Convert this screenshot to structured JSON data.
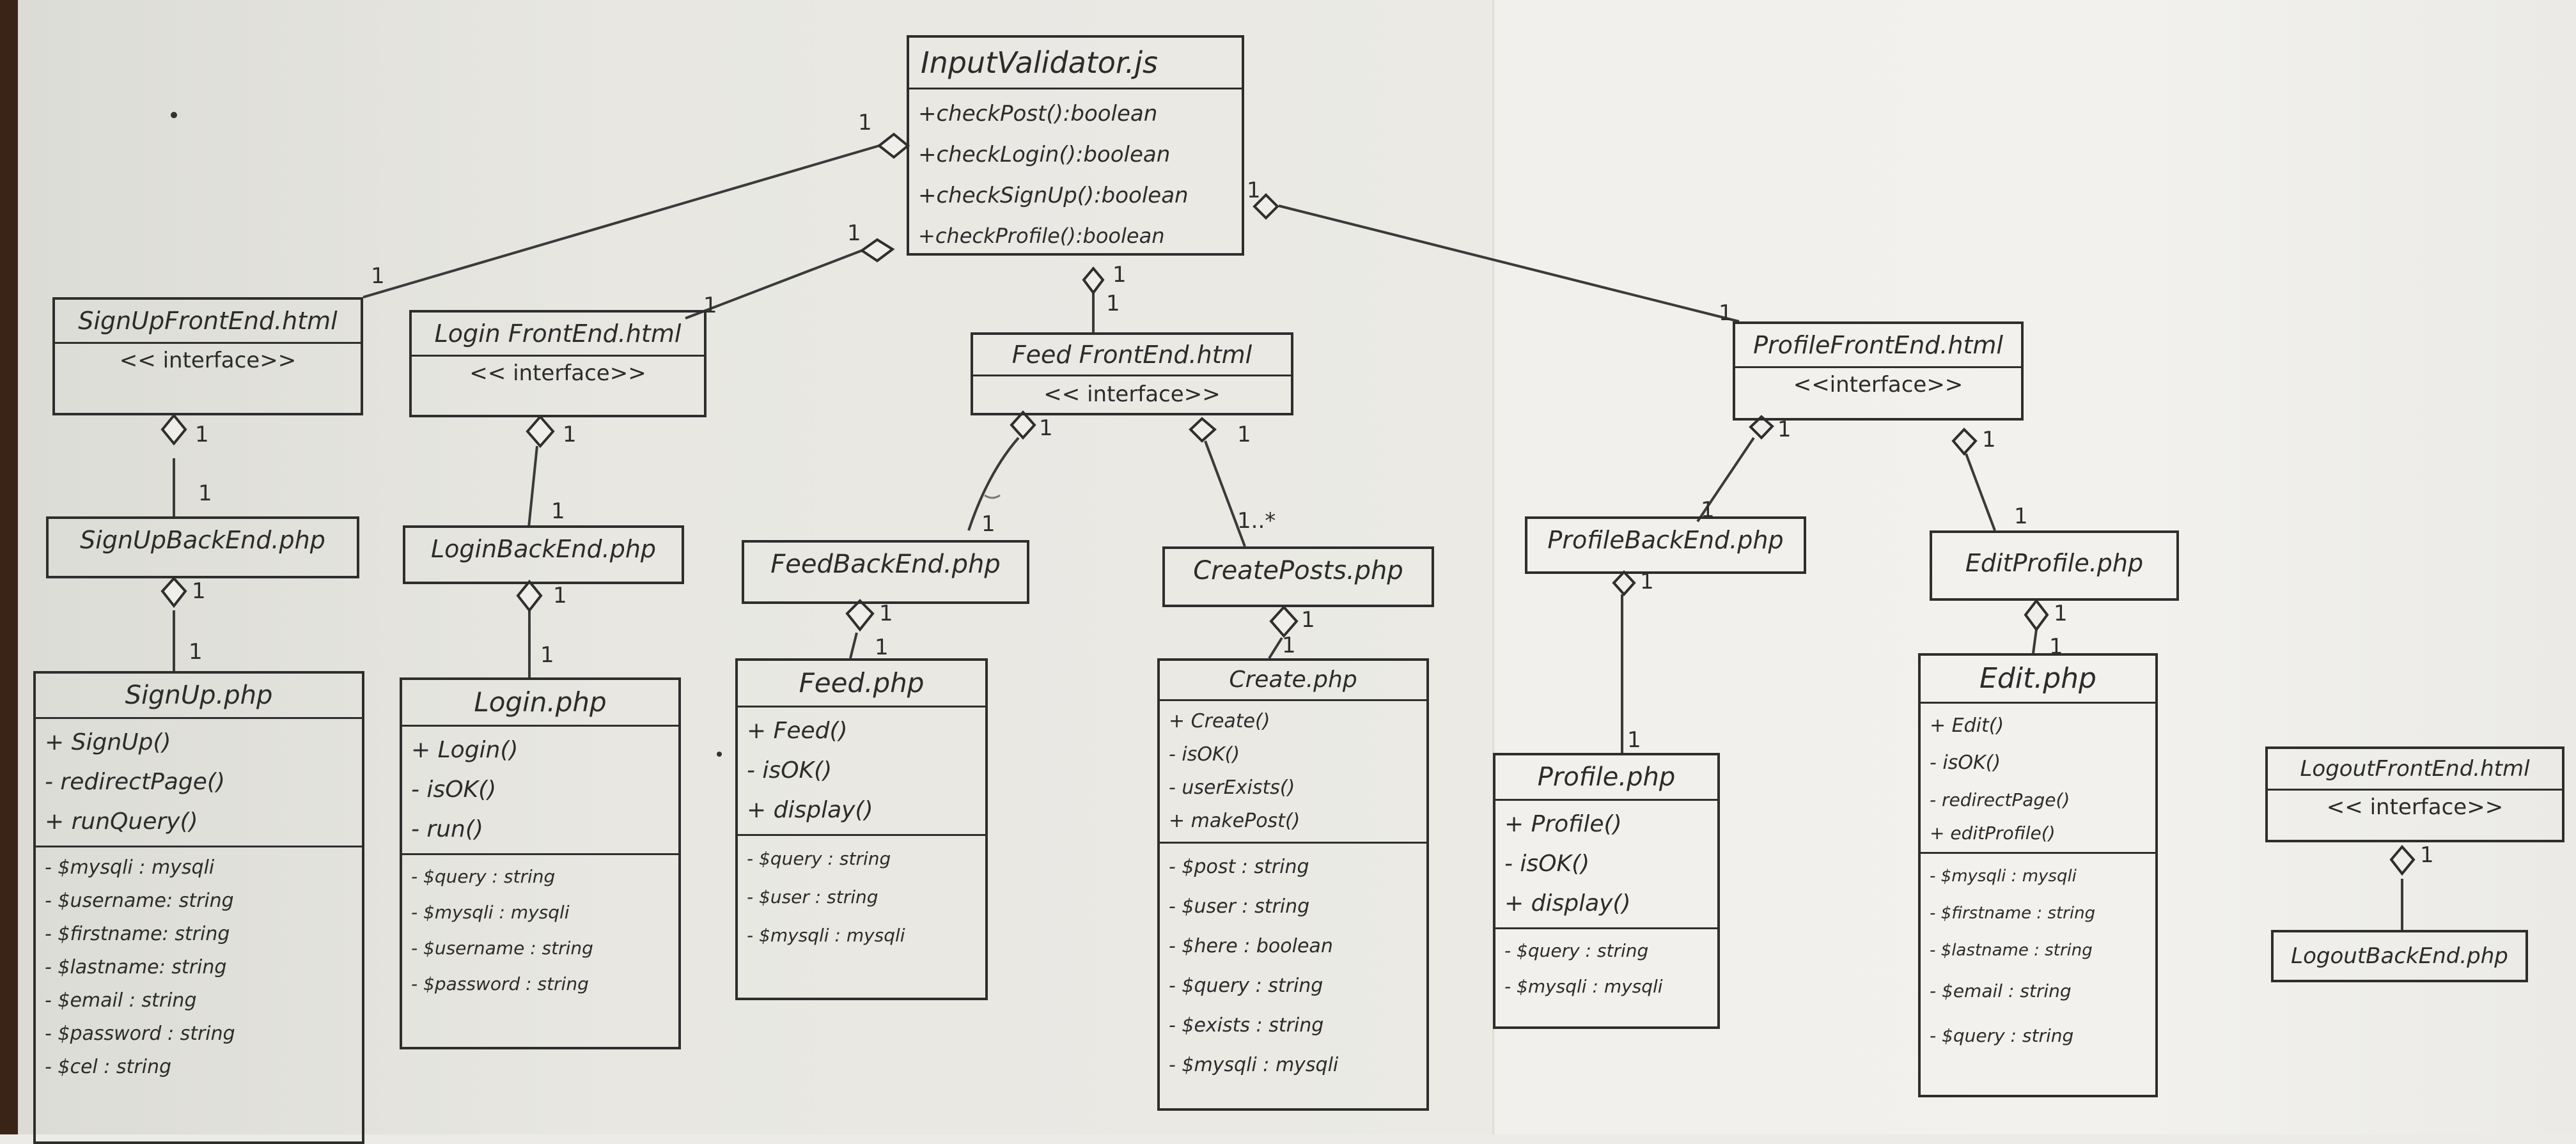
{
  "diagram": {
    "classes": {
      "input_validator": {
        "name": "InputValidator.js",
        "operations": [
          "+checkPost():boolean",
          "+checkLogin():boolean",
          "+checkSignUp():boolean",
          "+checkProfile():boolean"
        ]
      },
      "signup_frontend": {
        "name": "SignUpFrontEnd.html",
        "stereotype": "<< interface>>"
      },
      "login_frontend": {
        "name": "Login FrontEnd.html",
        "stereotype": "<< interface>>"
      },
      "feed_frontend": {
        "name": "Feed FrontEnd.html",
        "stereotype": "<< interface>>"
      },
      "profile_frontend": {
        "name": "ProfileFrontEnd.html",
        "stereotype": "<<interface>>"
      },
      "logout_frontend": {
        "name": "LogoutFrontEnd.html",
        "stereotype": "<< interface>>"
      },
      "signup_backend": {
        "name": "SignUpBackEnd.php"
      },
      "login_backend": {
        "name": "LoginBackEnd.php"
      },
      "feed_backend": {
        "name": "FeedBackEnd.php"
      },
      "create_posts": {
        "name": "CreatePosts.php"
      },
      "profile_backend": {
        "name": "ProfileBackEnd.php"
      },
      "edit_profile": {
        "name": "EditProfile.php"
      },
      "logout_backend": {
        "name": "LogoutBackEnd.php"
      },
      "signup": {
        "name": "SignUp.php",
        "operations": [
          "+ SignUp()",
          "- redirectPage()",
          "+ runQuery()"
        ],
        "attributes": [
          "- $mysqli : mysqli",
          "- $username: string",
          "- $firstname: string",
          "- $lastname: string",
          "- $email : string",
          "- $password : string",
          "- $cel : string"
        ]
      },
      "login": {
        "name": "Login.php",
        "operations": [
          "+ Login()",
          "- isOK()",
          "- run()"
        ],
        "attributes": [
          "- $query : string",
          "- $mysqli : mysqli",
          "- $username : string",
          "- $password : string"
        ]
      },
      "feed": {
        "name": "Feed.php",
        "operations": [
          "+ Feed()",
          "- isOK()",
          "+ display()"
        ],
        "attributes": [
          "- $query : string",
          "- $user : string",
          "- $mysqli : mysqli"
        ]
      },
      "create": {
        "name": "Create.php",
        "operations": [
          "+ Create()",
          "- isOK()",
          "- userExists()",
          "+ makePost()"
        ],
        "attributes": [
          "- $post : string",
          "- $user : string",
          "- $here : boolean",
          "- $query : string",
          "- $exists : string",
          "- $mysqli : mysqli"
        ]
      },
      "profile": {
        "name": "Profile.php",
        "operations": [
          "+ Profile()",
          "- isOK()",
          "+ display()"
        ],
        "attributes": [
          "- $query : string",
          "- $mysqli : mysqli"
        ]
      },
      "edit": {
        "name": "Edit.php",
        "operations": [
          "+ Edit()",
          "- isOK()",
          "- redirectPage()",
          "+ editProfile()"
        ],
        "attributes": [
          "- $mysqli : mysqli",
          "- $firstname : string",
          "- $lastname : string",
          "- $email : string",
          "- $query : string"
        ]
      }
    },
    "multiplicities": {
      "one": "1",
      "many": "1..*"
    }
  }
}
